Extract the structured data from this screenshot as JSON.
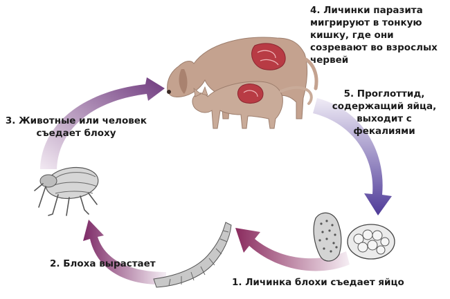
{
  "steps": {
    "step4": "4. Личинки паразита\nмигрируют в тонкую\nкишку, где они\nсозревают во взрослых\nчервей",
    "step5": "5. Проглоттид,\nсодержащий яйца,\nвыходит с\nфекалиями",
    "step3": "3. Животные или человек\nсъедает блоху",
    "step2": "2. Блоха вырастает",
    "step1": "1. Личинка блохи съедает яйцо"
  },
  "colors": {
    "arrow_purple": "#6b2c7a",
    "arrow_violet": "#5a3f9c",
    "arrow_magenta": "#8a2b5e",
    "animal_tan": "#c4a28f",
    "intestine_red": "#b83b44"
  }
}
